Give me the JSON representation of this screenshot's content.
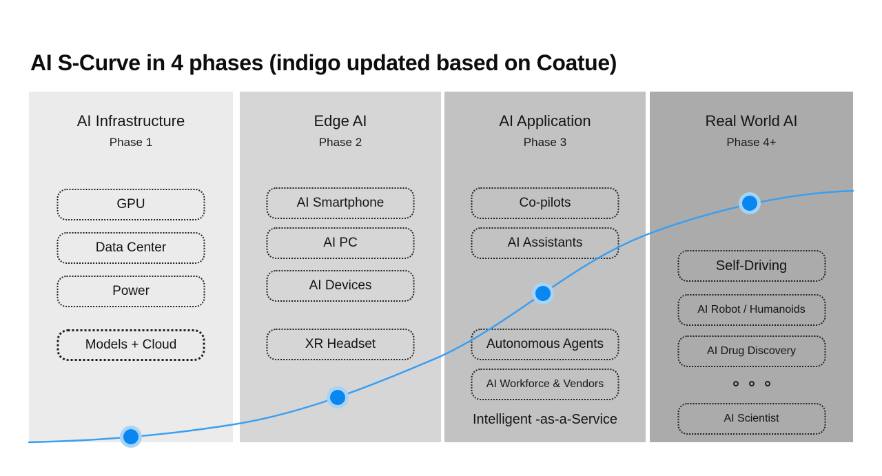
{
  "title": "AI S-Curve in 4 phases (indigo updated based on Coatue)",
  "curve": {
    "color": "#399ff2",
    "dot_fill": "#0a86f0",
    "dot_halo": "#a6d4f4",
    "dot_count": 4
  },
  "columns": [
    {
      "name": "AI Infrastructure",
      "phase": "Phase 1",
      "bg": "#ebebeb",
      "items": [
        "GPU",
        "Data Center",
        "Power",
        "Models + Cloud"
      ]
    },
    {
      "name": "Edge AI",
      "phase": "Phase 2",
      "bg": "#d6d6d6",
      "items": [
        "AI Smartphone",
        "AI PC",
        "AI Devices",
        "XR Headset"
      ]
    },
    {
      "name": "AI Application",
      "phase": "Phase 3",
      "bg": "#c2c2c2",
      "items": [
        "Co-pilots",
        "AI Assistants",
        "Autonomous Agents",
        "AI Workforce & Vendors"
      ],
      "footnote": "Intelligent -as-a-Service"
    },
    {
      "name": "Real World AI",
      "phase": "Phase 4+",
      "bg": "#ababab",
      "items": [
        "Self-Driving",
        "AI Robot / Humanoids",
        "AI Drug Discovery",
        "AI Scientist"
      ],
      "more_icon": "three-rings"
    }
  ]
}
